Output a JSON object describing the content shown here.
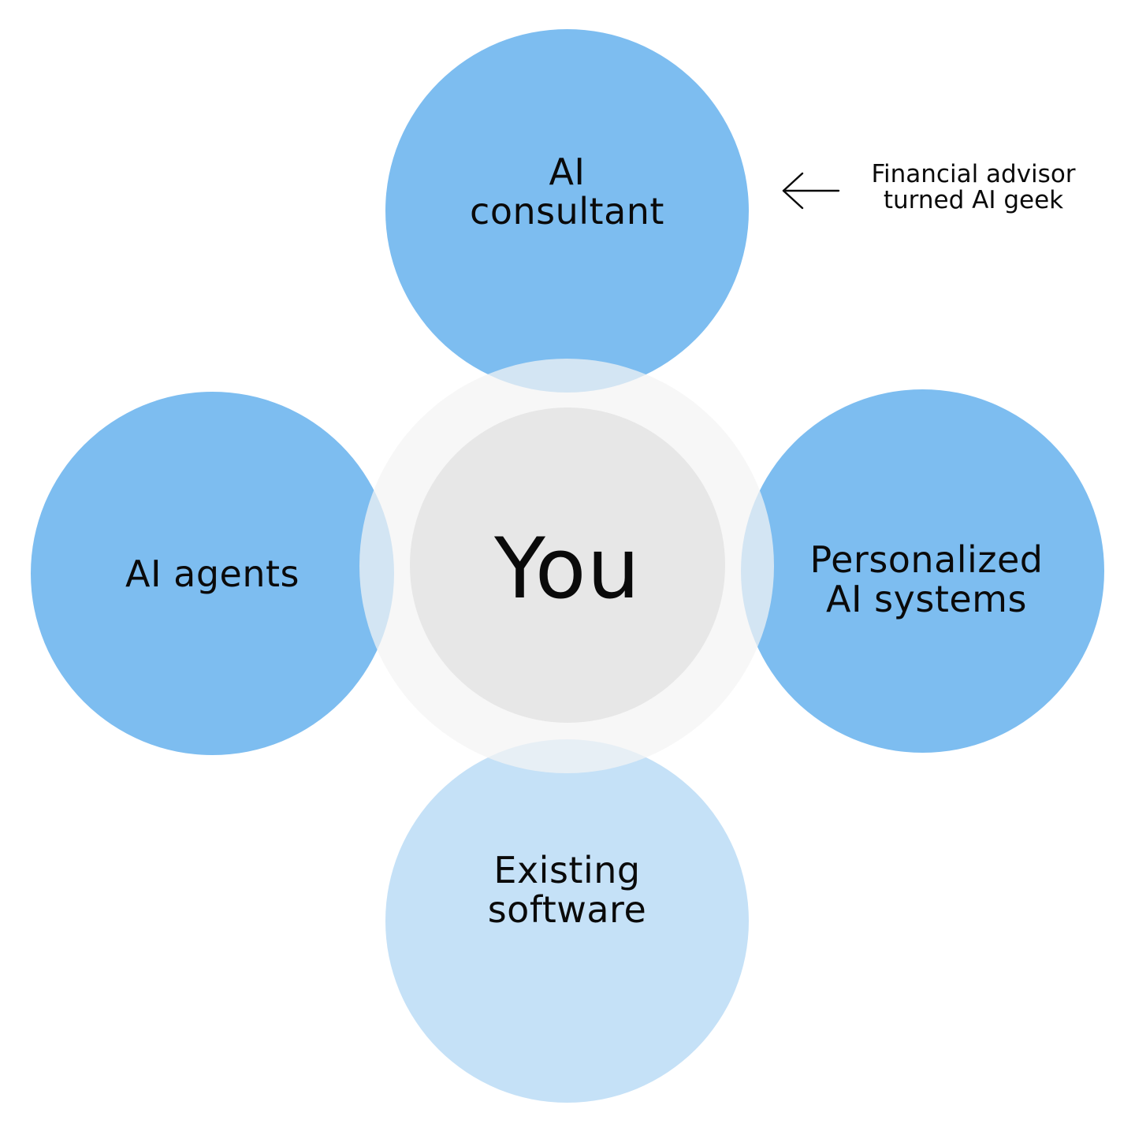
{
  "colors": {
    "primary": "#7dbdf0",
    "secondary": "#c5e1f7",
    "halo": "#f4f4f4",
    "core": "#e7e7e7",
    "text": "#0a0a0a",
    "background": "#ffffff"
  },
  "center": {
    "label": "You"
  },
  "nodes": {
    "top": {
      "lines": [
        "AI",
        "consultant"
      ]
    },
    "left": {
      "lines": [
        "AI agents"
      ]
    },
    "right": {
      "lines": [
        "Personalized",
        "AI systems"
      ]
    },
    "bottom": {
      "lines": [
        "Existing",
        "software"
      ]
    }
  },
  "annotation": {
    "lines": [
      "Financial advisor",
      "turned AI geek"
    ],
    "icon": "arrow-left-icon"
  }
}
